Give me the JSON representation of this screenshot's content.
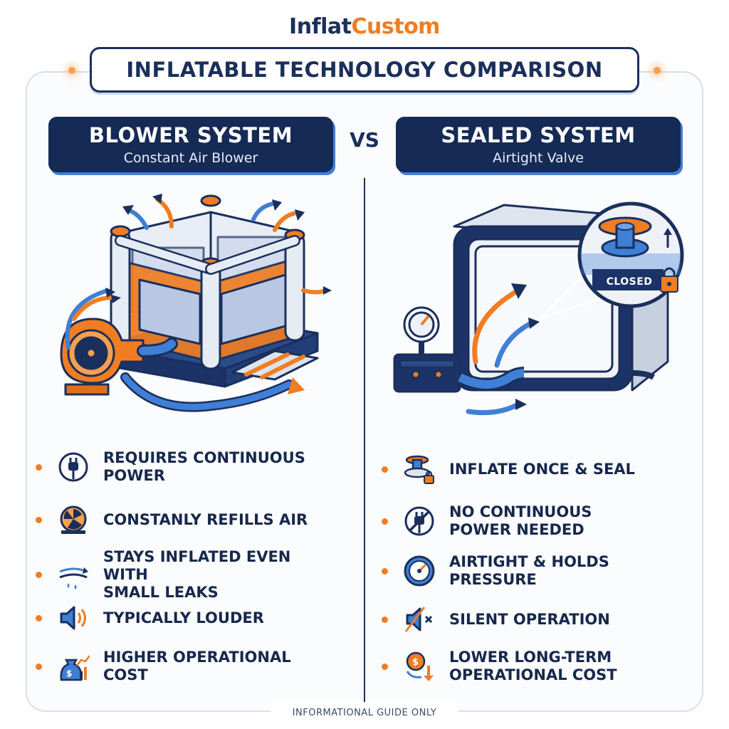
{
  "brand": {
    "part1": "Inflat",
    "part2": "Custom"
  },
  "title": "INFLATABLE TECHNOLOGY COMPARISON",
  "vs": "VS",
  "left": {
    "heading": "BLOWER SYSTEM",
    "subheading": "Constant Air Blower",
    "features": [
      {
        "icon": "plug-icon",
        "text": "REQUIRES CONTINUOUS\nPOWER"
      },
      {
        "icon": "fan-icon",
        "text": "CONSTANLY REFILLS AIR"
      },
      {
        "icon": "air-leak-icon",
        "text": "STAYS INFLATED EVEN WITH\nSMALL LEAKS"
      },
      {
        "icon": "speaker-loud-icon",
        "text": "TYPICALLY LOUDER"
      },
      {
        "icon": "money-bag-rising-icon",
        "text": "HIGHER OPERATIONAL COST"
      }
    ]
  },
  "right": {
    "heading": "SEALED SYSTEM",
    "subheading": "Airtight Valve",
    "valve_label": "CLOSED",
    "features": [
      {
        "icon": "valve-lock-icon",
        "text": "INFLATE ONCE & SEAL"
      },
      {
        "icon": "no-plug-icon",
        "text": "NO CONTINUOUS\nPOWER NEEDED"
      },
      {
        "icon": "pressure-gauge-icon",
        "text": "AIRTIGHT & HOLDS PRESSURE"
      },
      {
        "icon": "speaker-muted-icon",
        "text": "SILENT OPERATION"
      },
      {
        "icon": "coin-down-icon",
        "text": "LOWER LONG-TERM\nOPERATIONAL COST"
      }
    ]
  },
  "footer": "INFORMATIONAL GUIDE ONLY",
  "colors": {
    "navy": "#152a55",
    "orange": "#f07d22",
    "blue": "#3f7fd6"
  }
}
